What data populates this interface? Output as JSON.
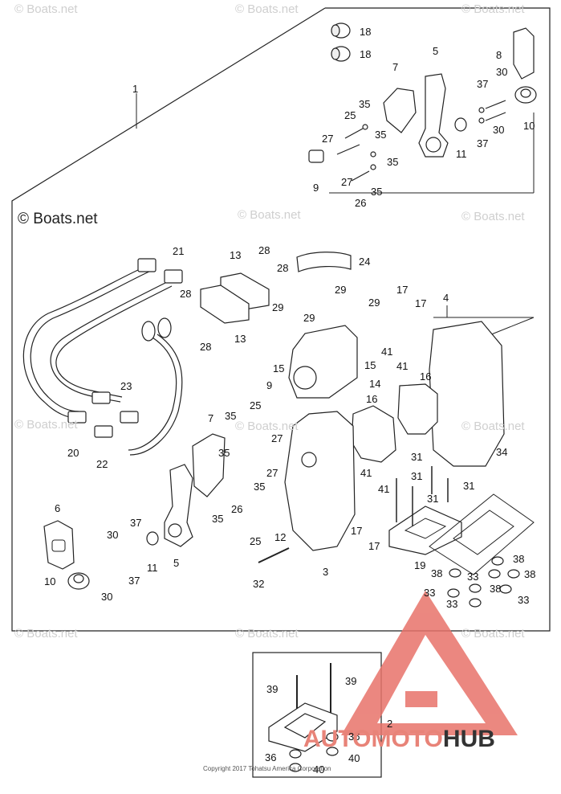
{
  "watermark": {
    "text": "© Boats.net",
    "feature_text": "© Boats.net"
  },
  "copyright": "Copyright 2017 Tohatsu America Corporation",
  "brand": {
    "auto": "AUTOMOTO",
    "hub": "HUB",
    "triangle_color": "#e8736a"
  },
  "callouts": [
    "1",
    "2",
    "3",
    "4",
    "5",
    "5",
    "6",
    "7",
    "7",
    "8",
    "9",
    "9",
    "10",
    "10",
    "11",
    "11",
    "12",
    "13",
    "13",
    "14",
    "15",
    "15",
    "16",
    "16",
    "17",
    "17",
    "17",
    "17",
    "18",
    "18",
    "19",
    "20",
    "21",
    "22",
    "23",
    "24",
    "25",
    "25",
    "25",
    "26",
    "26",
    "27",
    "27",
    "27",
    "28",
    "28",
    "28",
    "28",
    "29",
    "29",
    "29",
    "29",
    "30",
    "30",
    "30",
    "31",
    "31",
    "31",
    "31",
    "32",
    "33",
    "33",
    "33",
    "34",
    "35",
    "35",
    "35",
    "35",
    "35",
    "35",
    "36",
    "36",
    "37",
    "37",
    "37",
    "38",
    "38",
    "38",
    "38",
    "39",
    "39",
    "40",
    "40",
    "41",
    "41",
    "41",
    "41"
  ]
}
